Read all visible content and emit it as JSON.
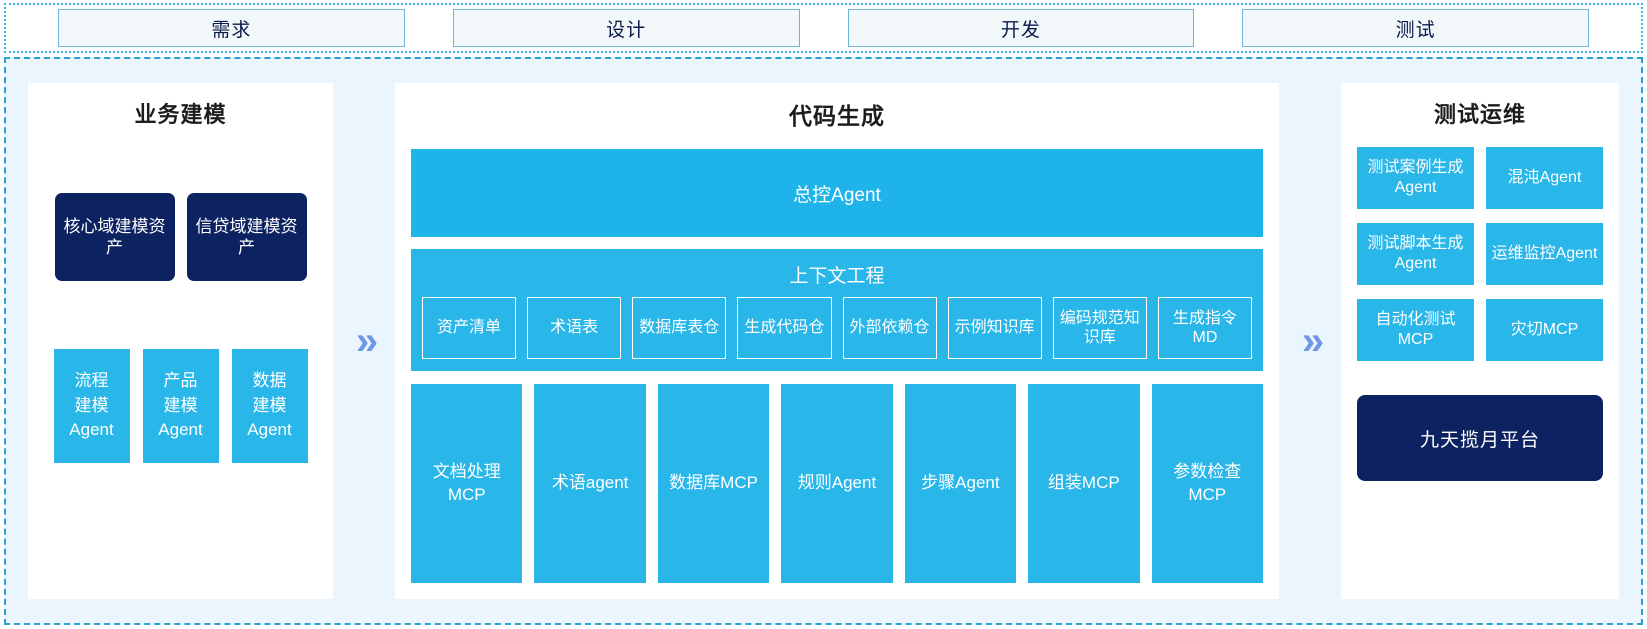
{
  "stages": [
    {
      "label": "需求"
    },
    {
      "label": "设计"
    },
    {
      "label": "开发"
    },
    {
      "label": "测试"
    }
  ],
  "colors": {
    "cyan": "#29b6e8",
    "navy": "#0d2261",
    "chevron": "#6f97e8",
    "area_bg": "#eaf5fd",
    "stage_border": "#6fb6d4"
  },
  "flow": {
    "chevron_glyph": "»"
  },
  "left_panel": {
    "title": "业务建模",
    "assets": [
      {
        "label": "核心域建模资产"
      },
      {
        "label": "信贷域建模资产"
      }
    ],
    "agents": [
      {
        "label": "流程\n建模\nAgent"
      },
      {
        "label": "产品\n建模\nAgent"
      },
      {
        "label": "数据\n建模\nAgent"
      }
    ]
  },
  "center_panel": {
    "title": "代码生成",
    "controller": "总控Agent",
    "context": {
      "title": "上下文工程",
      "items": [
        {
          "label": "资产清单"
        },
        {
          "label": "术语表"
        },
        {
          "label": "数据库表仓"
        },
        {
          "label": "生成代码仓"
        },
        {
          "label": "外部依赖仓"
        },
        {
          "label": "示例知识库"
        },
        {
          "label": "编码规范知识库"
        },
        {
          "label": "生成指令MD"
        }
      ]
    },
    "tools": [
      {
        "label": "文档处理MCP"
      },
      {
        "label": "术语agent"
      },
      {
        "label": "数据库MCP"
      },
      {
        "label": "规则Agent"
      },
      {
        "label": "步骤Agent"
      },
      {
        "label": "组装MCP"
      },
      {
        "label": "参数检查MCP"
      }
    ]
  },
  "right_panel": {
    "title": "测试运维",
    "items": [
      {
        "label": "测试案例生成Agent"
      },
      {
        "label": "混沌Agent"
      },
      {
        "label": "测试脚本生成Agent"
      },
      {
        "label": "运维监控Agent"
      },
      {
        "label": "自动化测试MCP"
      },
      {
        "label": "灾切MCP"
      }
    ],
    "platform": "九天揽月平台"
  }
}
